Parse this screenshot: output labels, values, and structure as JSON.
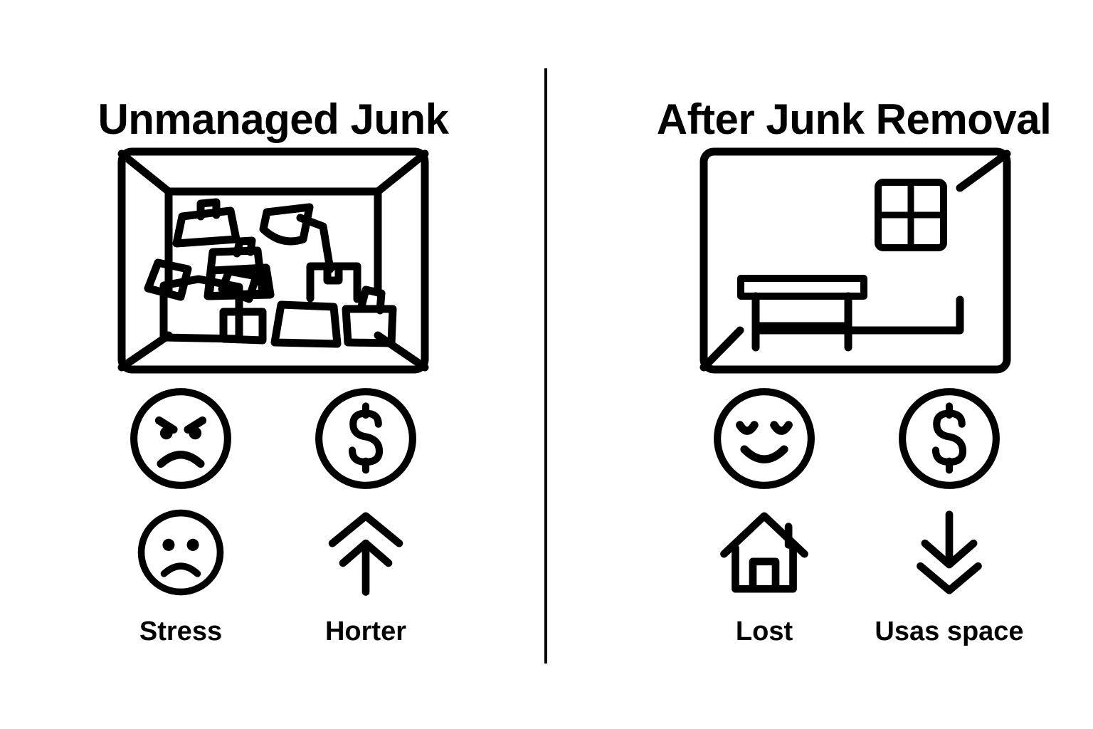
{
  "theme": {
    "background": "#ffffff",
    "ink": "#000000"
  },
  "divider": {
    "name": "vertical-divider"
  },
  "panels": [
    {
      "id": "unmanaged-junk",
      "title": "Unmanaged Junk",
      "illustration": "cluttered-room-icon",
      "icons": [
        {
          "icon": "angry-face-icon",
          "label": ""
        },
        {
          "icon": "dollar-circle-icon",
          "label": ""
        },
        {
          "icon": "sad-face-icon",
          "label": "Stress"
        },
        {
          "icon": "double-up-arrow-icon",
          "label": "Horter"
        }
      ]
    },
    {
      "id": "after-junk-removal",
      "title": "After Junk Removal",
      "illustration": "clean-room-icon",
      "icons": [
        {
          "icon": "content-face-icon",
          "label": ""
        },
        {
          "icon": "dollar-circle-icon",
          "label": ""
        },
        {
          "icon": "house-icon",
          "label": "Lost"
        },
        {
          "icon": "double-down-arrow-icon",
          "label": "Usas space"
        }
      ]
    }
  ]
}
